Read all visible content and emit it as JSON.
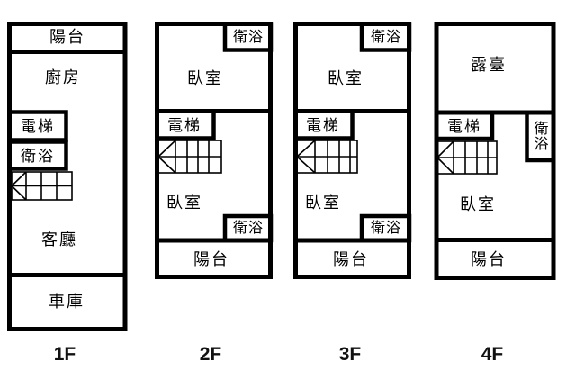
{
  "diagram": {
    "type": "building-floor-plans",
    "background_color": "#ffffff",
    "wall_color": "#000000",
    "floors": [
      {
        "label": "1F",
        "rooms": {
          "balcony": "陽台",
          "kitchen": "廚房",
          "elevator": "電梯",
          "bathroom": "衛浴",
          "living_room": "客廳",
          "garage": "車庫"
        }
      },
      {
        "label": "2F",
        "rooms": {
          "bathroom_upper": "衛浴",
          "bedroom_upper": "臥室",
          "elevator": "電梯",
          "bedroom_lower": "臥室",
          "bathroom_lower": "衛浴",
          "balcony": "陽台"
        }
      },
      {
        "label": "3F",
        "rooms": {
          "bathroom_upper": "衛浴",
          "bedroom_upper": "臥室",
          "elevator": "電梯",
          "bedroom_lower": "臥室",
          "bathroom_lower": "衛浴",
          "balcony": "陽台"
        }
      },
      {
        "label": "4F",
        "rooms": {
          "terrace": "露臺",
          "elevator": "電梯",
          "bathroom": "衛浴",
          "bedroom": "臥室",
          "balcony": "陽台"
        }
      }
    ]
  }
}
